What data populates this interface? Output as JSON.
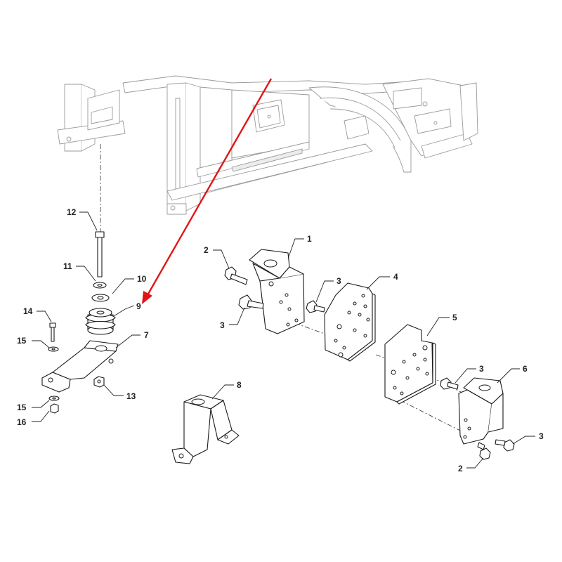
{
  "colors": {
    "arrow": "#e01515",
    "line": "#1a1a1a",
    "frame": "#9a9a9a",
    "background": "#ffffff"
  },
  "callouts": [
    {
      "id": "c1",
      "text": "1"
    },
    {
      "id": "c2a",
      "text": "2"
    },
    {
      "id": "c3a",
      "text": "3"
    },
    {
      "id": "c3b",
      "text": "3"
    },
    {
      "id": "c4",
      "text": "4"
    },
    {
      "id": "c5",
      "text": "5"
    },
    {
      "id": "c3c",
      "text": "3"
    },
    {
      "id": "c6",
      "text": "6"
    },
    {
      "id": "c3d",
      "text": "3"
    },
    {
      "id": "c2b",
      "text": "2"
    },
    {
      "id": "c7",
      "text": "7"
    },
    {
      "id": "c8",
      "text": "8"
    },
    {
      "id": "c9",
      "text": "9"
    },
    {
      "id": "c10",
      "text": "10"
    },
    {
      "id": "c11",
      "text": "11"
    },
    {
      "id": "c12",
      "text": "12"
    },
    {
      "id": "c13",
      "text": "13"
    },
    {
      "id": "c14",
      "text": "14"
    },
    {
      "id": "c15a",
      "text": "15"
    },
    {
      "id": "c15b",
      "text": "15"
    },
    {
      "id": "c16",
      "text": "16"
    }
  ]
}
